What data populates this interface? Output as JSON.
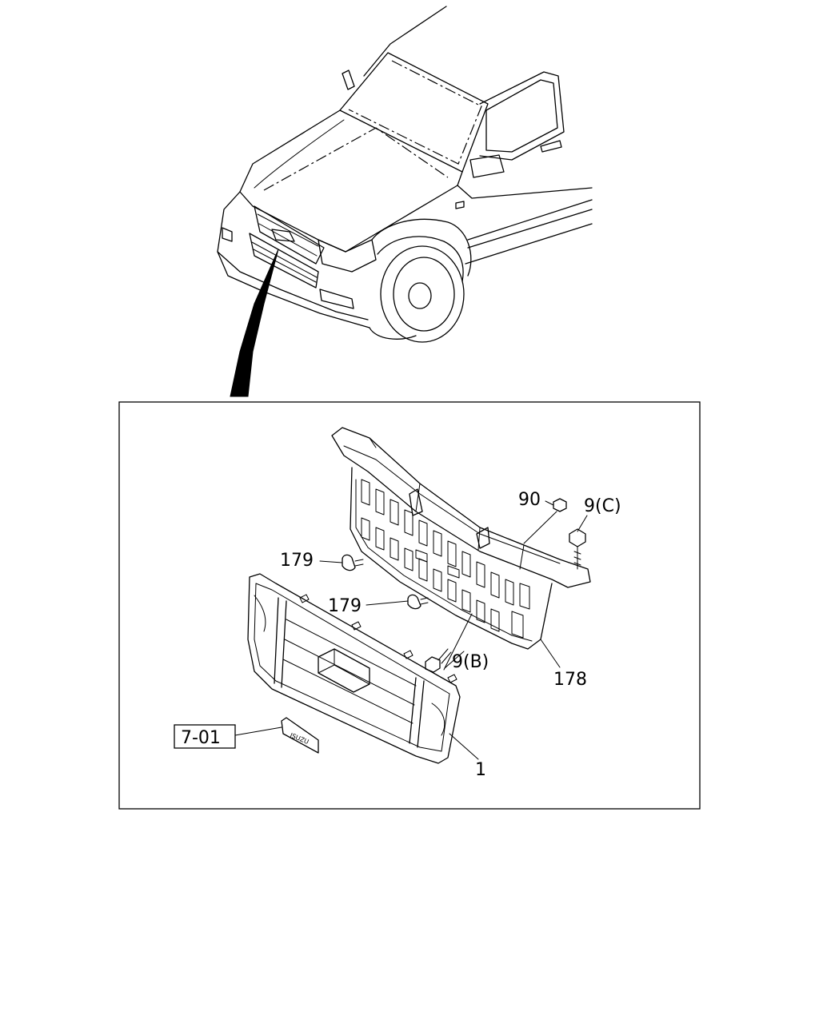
{
  "callouts": {
    "part_90": "90",
    "part_9c": "9(C)",
    "part_179_upper": "179",
    "part_179_lower": "179",
    "part_9b": "9(B)",
    "part_178": "178",
    "part_1": "1",
    "ref_box": "7-01"
  },
  "emblem_text": "ISUZU"
}
